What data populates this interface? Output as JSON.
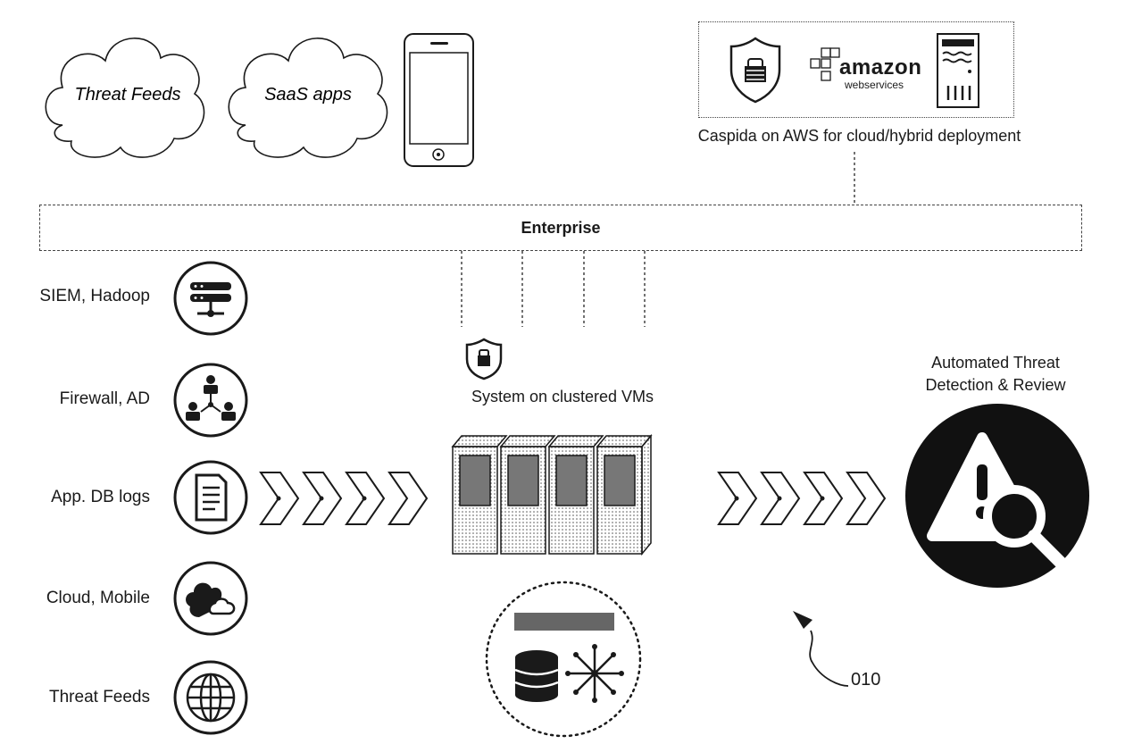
{
  "clouds": [
    {
      "label": "Threat Feeds"
    },
    {
      "label": "SaaS apps"
    }
  ],
  "aws": {
    "caption": "Caspida on AWS for cloud/hybrid deployment",
    "logo_word": "amazon",
    "logo_sub": "webservices"
  },
  "enterprise": {
    "label": "Enterprise"
  },
  "sources": [
    {
      "label": "SIEM, Hadoop",
      "icon": "database-cluster-icon"
    },
    {
      "label": "Firewall, AD",
      "icon": "network-users-icon"
    },
    {
      "label": "App. DB logs",
      "icon": "document-icon"
    },
    {
      "label": "Cloud, Mobile",
      "icon": "cloud-mobile-icon"
    },
    {
      "label": "Threat Feeds",
      "icon": "globe-icon"
    }
  ],
  "center": {
    "label": "System on clustered VMs"
  },
  "output": {
    "label_line1": "Automated Threat",
    "label_line2": "Detection & Review"
  },
  "reference": {
    "label": "010"
  },
  "colors": {
    "ink": "#1a1a1a",
    "dark_fill": "#111111"
  }
}
